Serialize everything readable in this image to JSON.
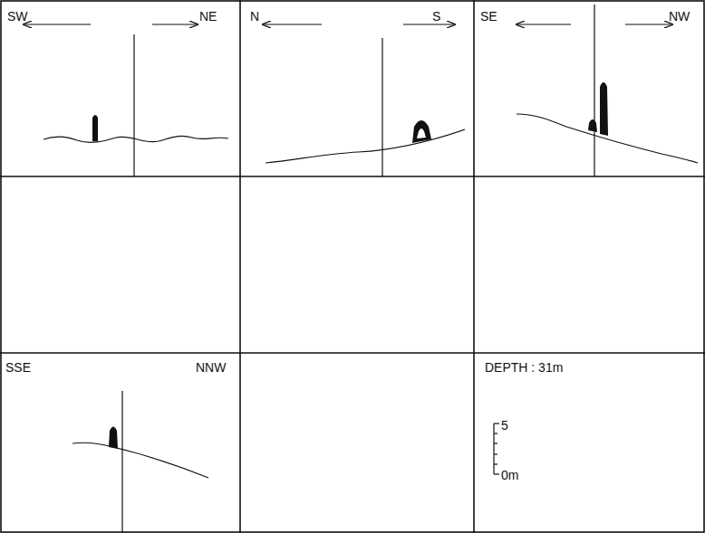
{
  "diagram": {
    "labels": [
      "SW",
      "NE",
      "N",
      "S",
      "SE",
      "NW",
      "SSE",
      "NNW",
      "DEPTH : 31m",
      "5",
      "0m"
    ]
  }
}
